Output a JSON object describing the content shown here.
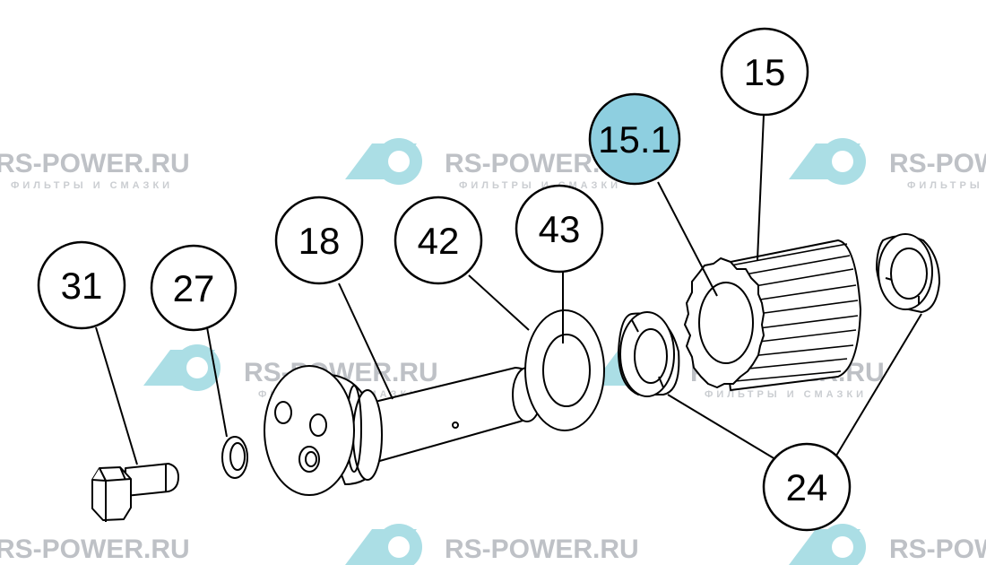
{
  "watermark": {
    "brand": "RS-POWER.RU",
    "tagline": "ФИЛЬТРЫ И СМАЗКИ",
    "logo_icon": "rs-power-logo",
    "logo_color": "#8fd3dc"
  },
  "callouts": [
    {
      "id": "callout-15",
      "label": "15",
      "highlighted": false
    },
    {
      "id": "callout-15-1",
      "label": "15.1",
      "highlighted": true
    },
    {
      "id": "callout-18",
      "label": "18",
      "highlighted": false
    },
    {
      "id": "callout-24",
      "label": "24",
      "highlighted": false
    },
    {
      "id": "callout-27",
      "label": "27",
      "highlighted": false
    },
    {
      "id": "callout-31",
      "label": "31",
      "highlighted": false
    },
    {
      "id": "callout-42",
      "label": "42",
      "highlighted": false
    },
    {
      "id": "callout-43",
      "label": "43",
      "highlighted": false
    }
  ],
  "colors": {
    "highlight": "#8ecfe0",
    "line": "#000000",
    "background": "#ffffff"
  }
}
